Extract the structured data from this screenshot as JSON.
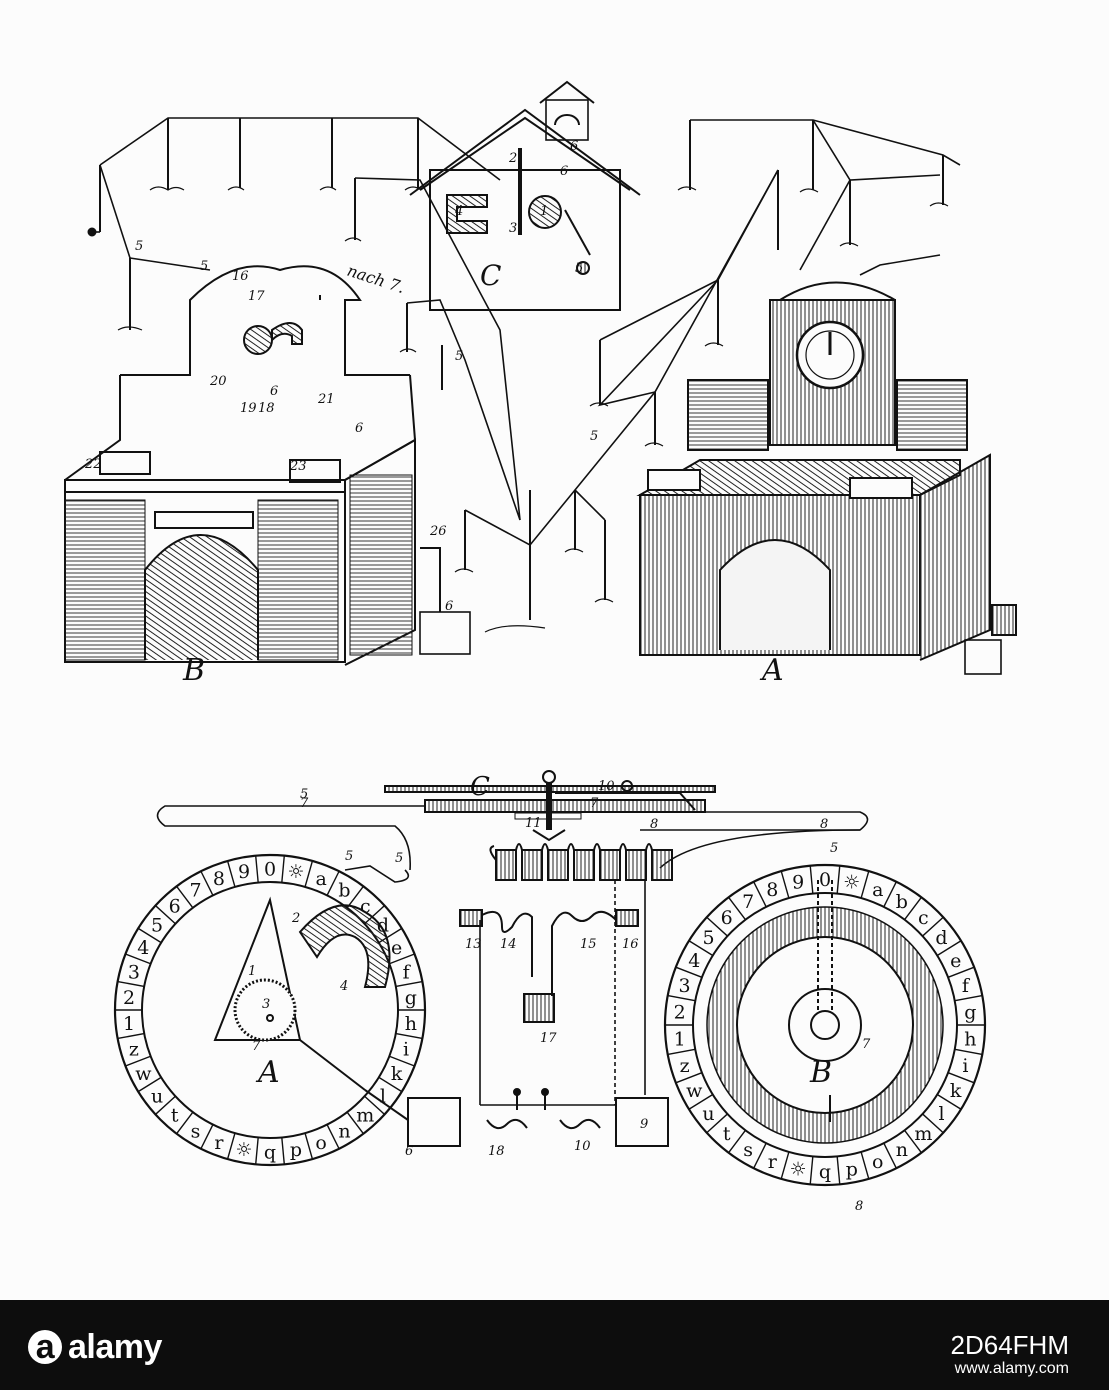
{
  "top_figure": {
    "labels": {
      "left_station": "B",
      "right_station": "A",
      "house": "C",
      "wire_note": "nach 7."
    },
    "numbers": [
      "5",
      "5",
      "5",
      "5",
      "6",
      "6",
      "6",
      "6",
      "20",
      "21",
      "22",
      "23",
      "19",
      "18",
      "17",
      "16",
      "26",
      "1",
      "2",
      "3",
      "4",
      "5",
      "6"
    ]
  },
  "bottom_figure": {
    "labels": {
      "left_dial": "A",
      "right_dial": "B",
      "key": "C"
    },
    "dial_a_chars": [
      "0",
      "☼",
      "a",
      "b",
      "c",
      "d",
      "e",
      "f",
      "g",
      "h",
      "i",
      "k",
      "l",
      "m",
      "n",
      "o",
      "p",
      "q",
      "☼",
      "r",
      "s",
      "t",
      "u",
      "w",
      "z",
      "1",
      "2",
      "3",
      "4",
      "5",
      "6",
      "7",
      "8",
      "9"
    ],
    "dial_b_chars": [
      "0",
      "☼",
      "a",
      "b",
      "c",
      "d",
      "e",
      "f",
      "g",
      "h",
      "i",
      "k",
      "l",
      "m",
      "n",
      "o",
      "p",
      "q",
      "☼",
      "r",
      "s",
      "t",
      "u",
      "w",
      "z",
      "1",
      "2",
      "3",
      "4",
      "5",
      "6",
      "7",
      "8",
      "9"
    ],
    "parts": [
      "1",
      "2",
      "3",
      "4",
      "5",
      "5",
      "5",
      "5",
      "6",
      "7",
      "7",
      "7",
      "7",
      "8",
      "8",
      "8",
      "9",
      "10",
      "10",
      "11",
      "13",
      "14",
      "15",
      "16",
      "17",
      "18"
    ]
  },
  "watermark": {
    "brand": "alamy",
    "image_id": "2D64FHM",
    "site": "www.alamy.com"
  }
}
